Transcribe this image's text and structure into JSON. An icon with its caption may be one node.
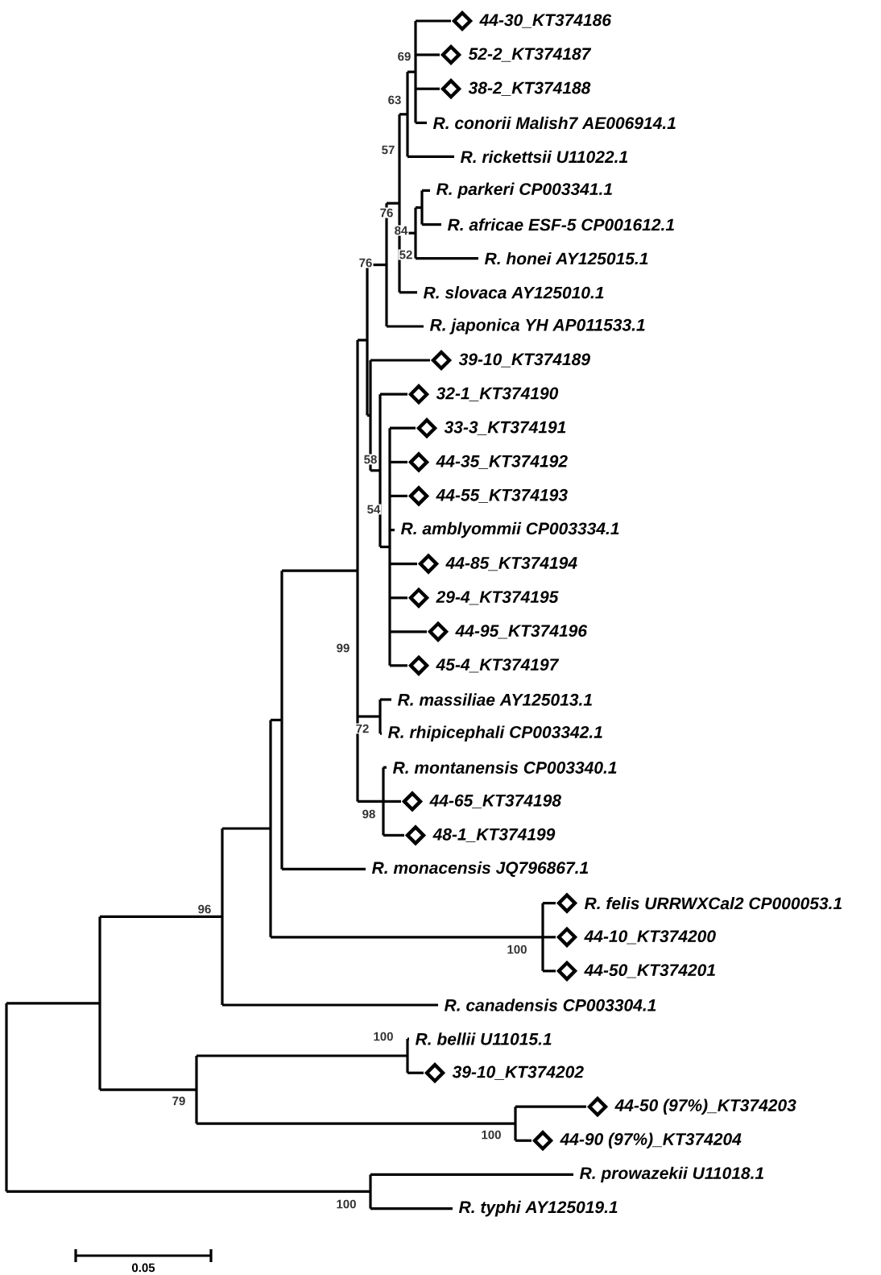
{
  "diagram": {
    "labels": [
      "44-30_KT374186",
      "52-2_KT374187",
      "38-2_KT374188",
      "R. conorii Malish7 AE006914.1",
      "R. rickettsii U11022.1",
      "R. parkeri CP003341.1",
      "R. africae ESF-5 CP001612.1",
      "R. honei AY125015.1",
      "R. slovaca AY125010.1",
      "R. japonica YH AP011533.1",
      "39-10_KT374189",
      "32-1_KT374190",
      "33-3_KT374191",
      "44-35_KT374192",
      "44-55_KT374193",
      "R. amblyommii CP003334.1",
      "44-85_KT374194",
      "29-4_KT374195",
      "44-95_KT374196",
      "45-4_KT374197",
      "R. massiliae AY125013.1",
      "R. rhipicephali CP003342.1",
      "R. montanensis CP003340.1",
      "44-65_KT374198",
      "48-1_KT374199",
      "R. monacensis JQ796867.1",
      "R. felis URRWXCal2 CP000053.1",
      "44-10_KT374200",
      "44-50_KT374201",
      "R. canadensis CP003304.1",
      "R. bellii U11015.1",
      "39-10_KT374202",
      "44-50 (97%)_KT374203",
      "44-90 (97%)_KT374204",
      "R. prowazekii U11018.1",
      "R. typhi AY125019.1",
      "69",
      "63",
      "57",
      "76",
      "84",
      "52",
      "76",
      "58",
      "54",
      "99",
      "72",
      "98",
      "96",
      "100",
      "79",
      "100",
      "100",
      "100",
      "0.05"
    ]
  }
}
